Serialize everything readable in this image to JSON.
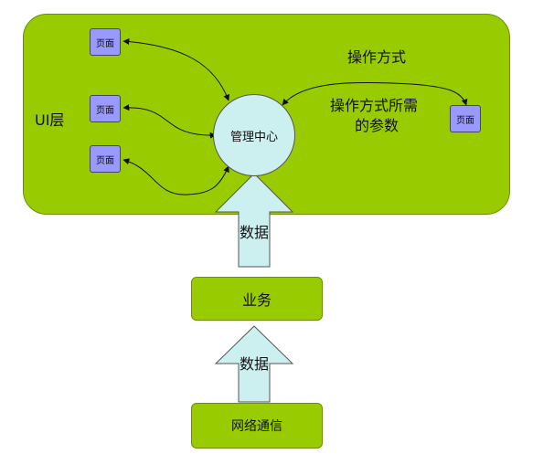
{
  "ui_layer": {
    "label": "UI层"
  },
  "pages": [
    {
      "label": "页面"
    },
    {
      "label": "页面"
    },
    {
      "label": "页面"
    },
    {
      "label": "页面"
    }
  ],
  "hub": {
    "label": "管理中心"
  },
  "annotations": {
    "operation_mode": "操作方式",
    "operation_params_line1": "操作方式所需",
    "operation_params_line2": "的参数"
  },
  "flow": {
    "data_upper": "数据",
    "data_lower": "数据",
    "business": "业务",
    "network": "网络通信"
  },
  "colors": {
    "layer_fill": "#99cc00",
    "page_fill": "#9999ff",
    "hub_fill": "#ccf0f0",
    "arrow_fill": "#ccf0f0"
  }
}
